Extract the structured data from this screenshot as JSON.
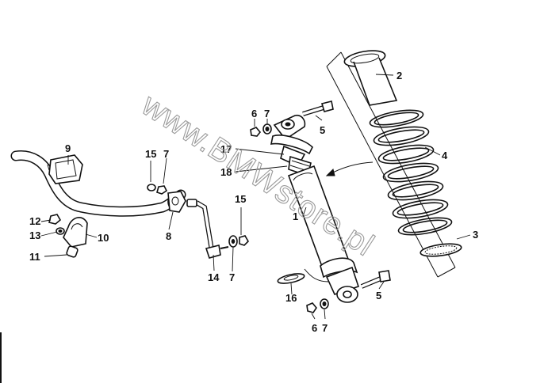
{
  "watermark": "www.BMWstore.pl",
  "labels": {
    "shock_absorber": "1",
    "spring_boot": "2",
    "spring_pad": "3",
    "coil_spring": "4",
    "bolt_upper": "5",
    "bolt_lower": "5",
    "washer_upper": "6",
    "washer_lower": "6",
    "nut_upper": "7",
    "nut_lower": "7",
    "nut_link_upper": "7",
    "nut_link_lower": "7",
    "link": "8",
    "rubber_mount": "9",
    "bracket": "10",
    "screw": "11",
    "nut_bracket": "12",
    "washer_bracket": "13",
    "link_bolt": "14",
    "washer_link_upper": "15",
    "washer_link_lower": "15",
    "stop_plate": "16",
    "bump_stop": "17",
    "dust_cover": "18"
  }
}
